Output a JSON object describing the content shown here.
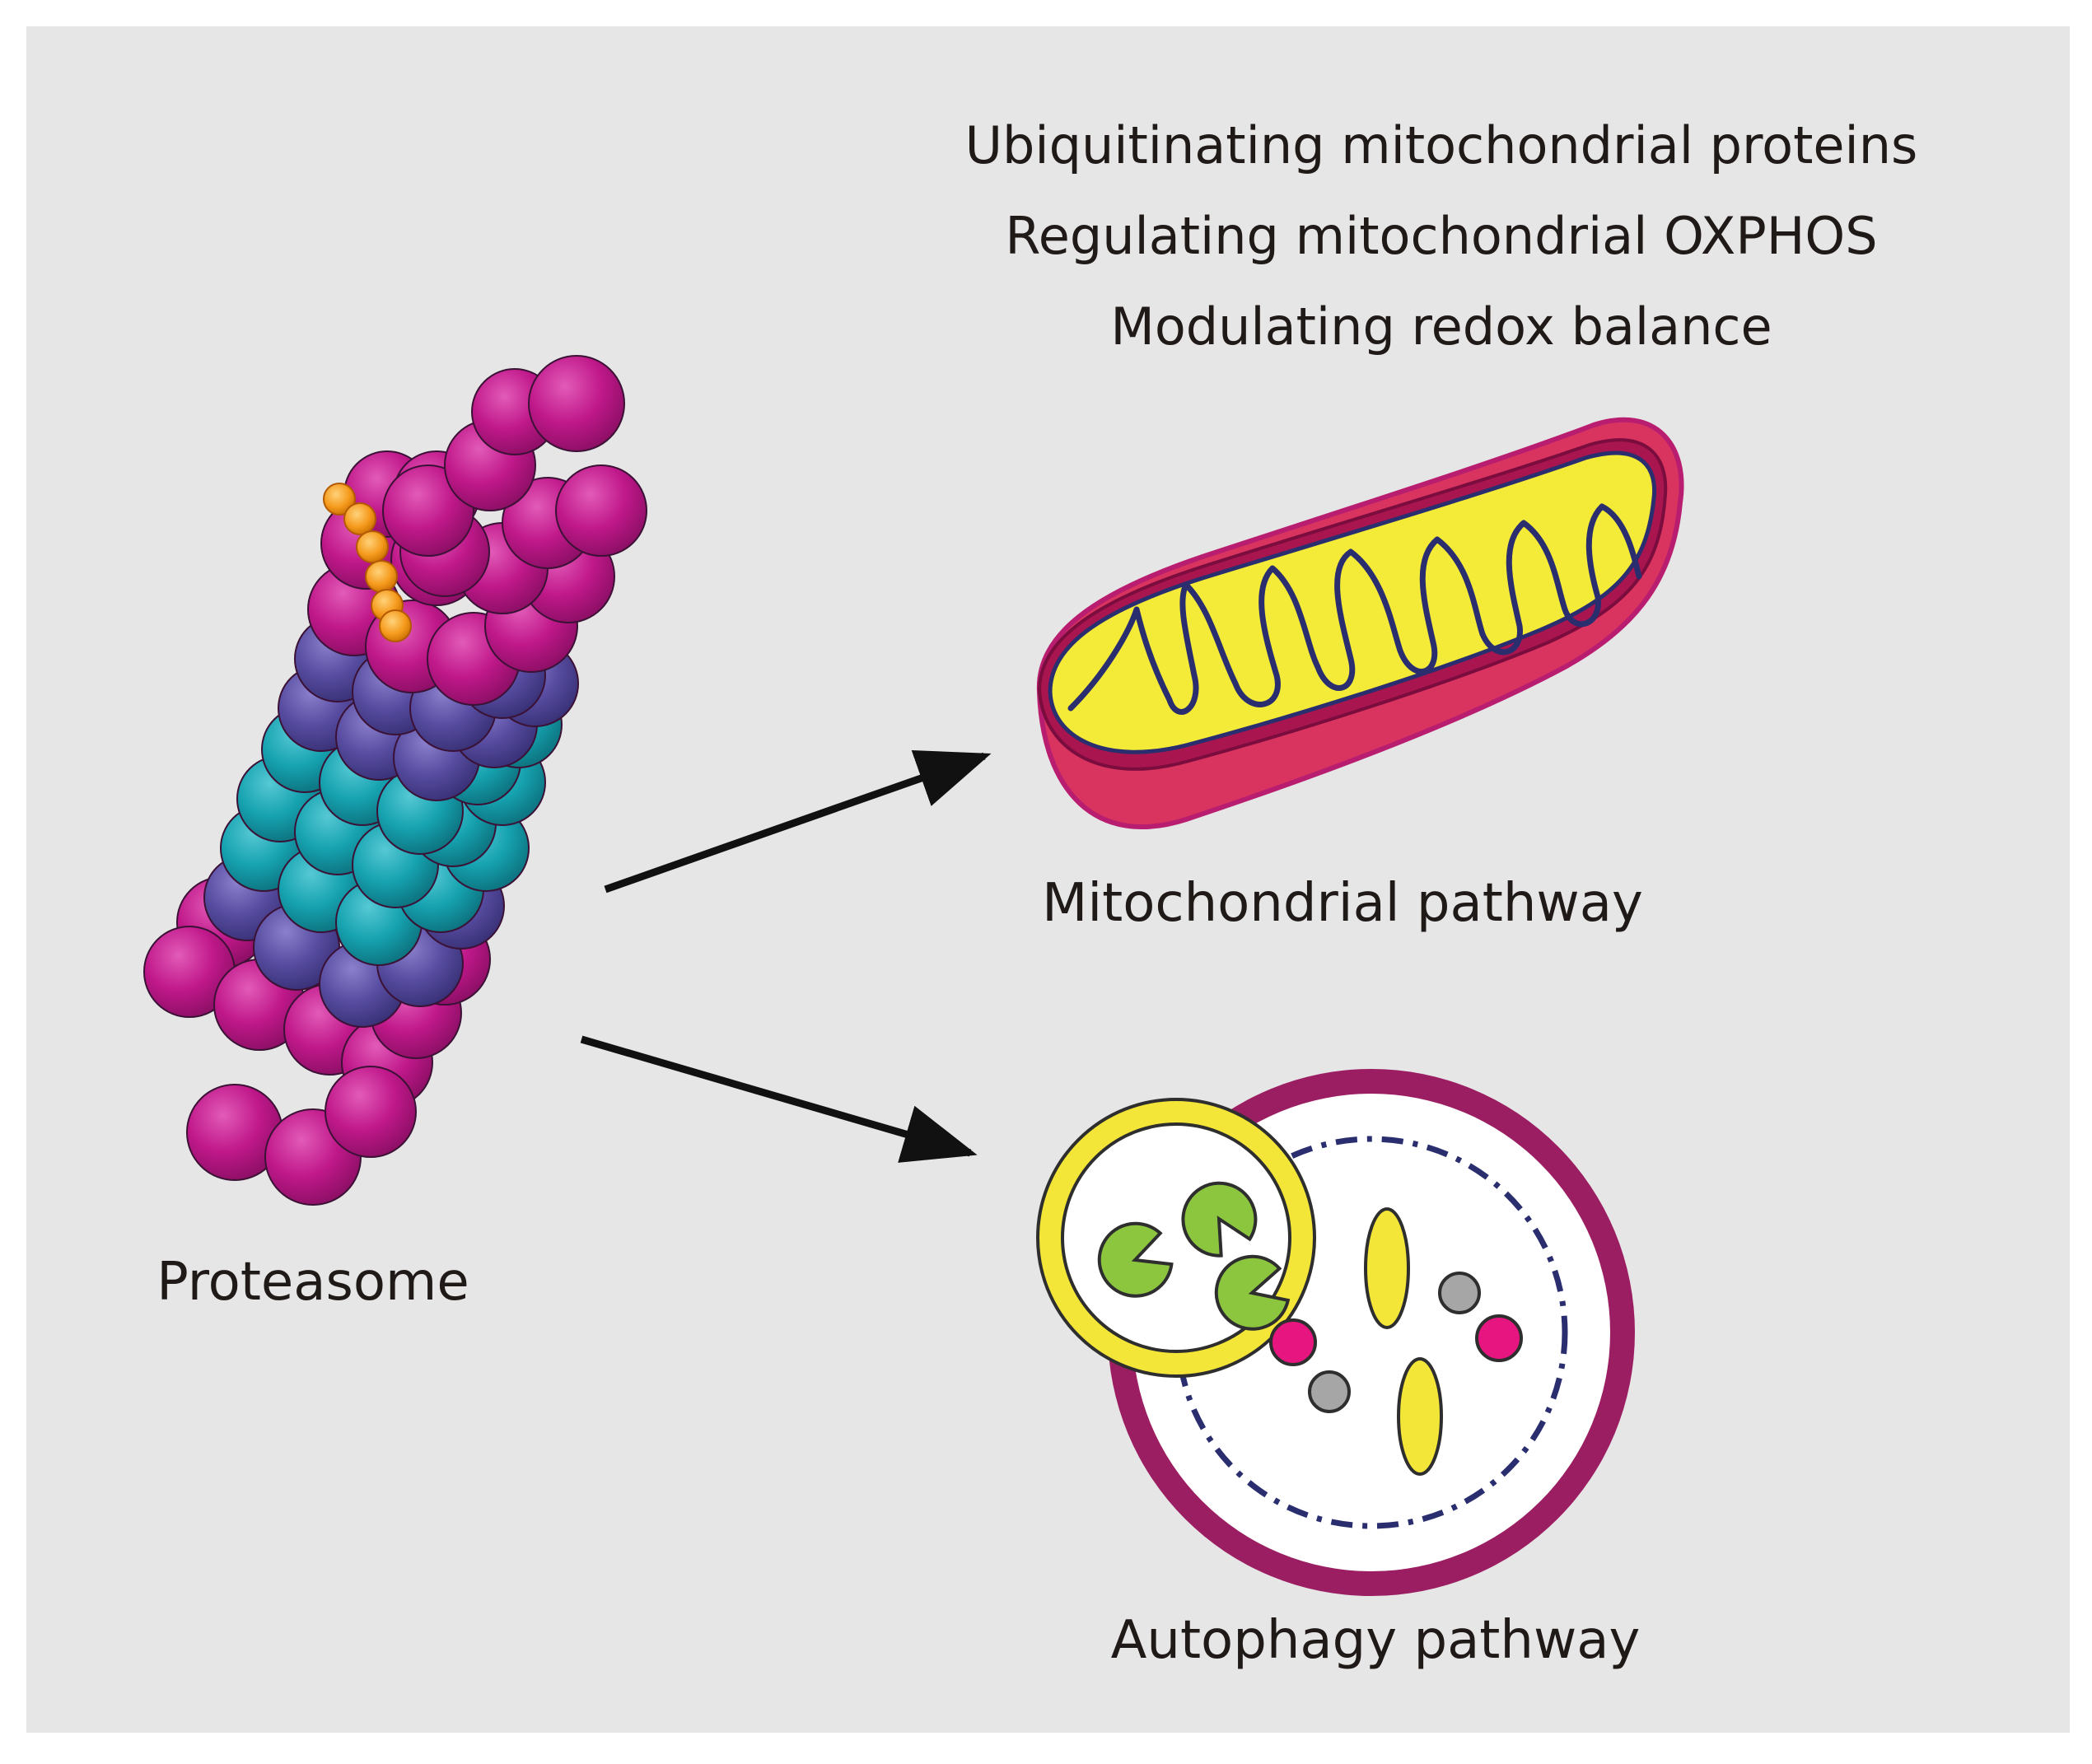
{
  "functions": [
    "Ubiquitinating mitochondrial proteins",
    "Regulating mitochondrial OXPHOS",
    "Modulating redox balance"
  ],
  "labels": {
    "proteasome": "Proteasome",
    "mitochondrial_pathway": "Mitochondrial pathway",
    "autophagy_pathway": "Autophagy pathway"
  },
  "colors": {
    "background": "#e7e6e6",
    "magenta": "#c0188a",
    "purple": "#574ca0",
    "teal": "#16a2b0",
    "orange": "#f59a1c",
    "mito_outer": "#d9345f",
    "mito_matrix": "#f4ea38",
    "cristae": "#2a2e6e",
    "autolysosome": "#9b1e62",
    "autophagosome": "#f3e638",
    "cargo_green": "#8cc63f",
    "cargo_pink": "#e6157f",
    "cargo_grey": "#a6a6a6"
  },
  "icons": [
    "proteasome-icon",
    "mitochondrion-icon",
    "autophagosome-icon",
    "arrow-icon"
  ]
}
